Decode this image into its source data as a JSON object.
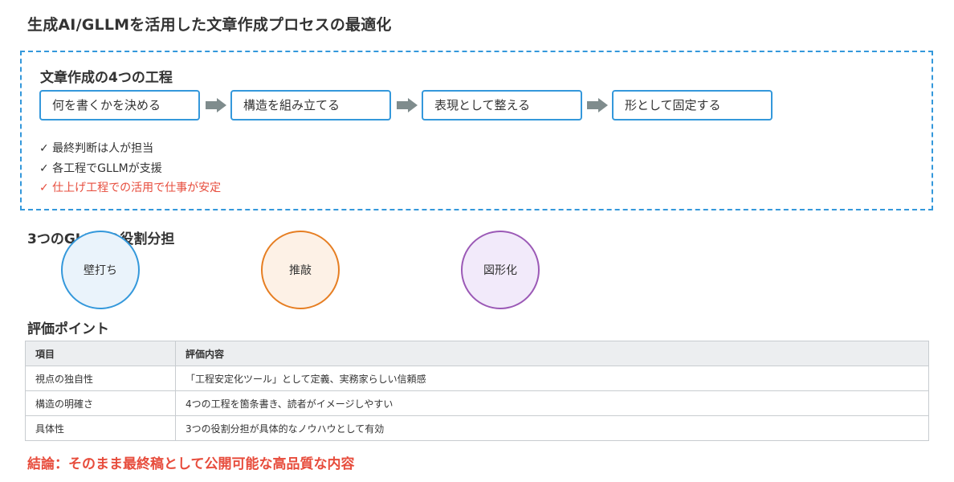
{
  "header": {
    "title": "生成AI/GLLMを活用した文章作成プロセスの最適化"
  },
  "process": {
    "title": "文章作成の4つの工程",
    "steps": [
      "何を書くかを決める",
      "構造を組み立てる",
      "表現として整える",
      "形として固定する"
    ],
    "checks": [
      "✓ 最終判断は人が担当",
      "✓ 各工程でGLLMが支援",
      "✓ 仕上げ工程での活用で仕事が安定"
    ],
    "highlight_color": "#e74c3c",
    "box_color": "#3498db"
  },
  "roles": {
    "title": "3つのGLLMの役割分担",
    "items": [
      {
        "label": "壁打ち",
        "border": "#3498db",
        "fill": "#eaf3fb"
      },
      {
        "label": "推敲",
        "border": "#e67e22",
        "fill": "#fdf1e6"
      },
      {
        "label": "図形化",
        "border": "#9b59b6",
        "fill": "#f2eafa"
      }
    ]
  },
  "evaluation": {
    "title": "評価ポイント",
    "headers": [
      "項目",
      "評価内容"
    ],
    "rows": [
      [
        "視点の独自性",
        "「工程安定化ツール」として定義、実務家らしい信頼感"
      ],
      [
        "構造の明確さ",
        "4つの工程を箇条書き、読者がイメージしやすい"
      ],
      [
        "具体性",
        "3つの役割分担が具体的なノウハウとして有効"
      ]
    ]
  },
  "conclusion": "結論：そのまま最終稿として公開可能な高品質な内容"
}
